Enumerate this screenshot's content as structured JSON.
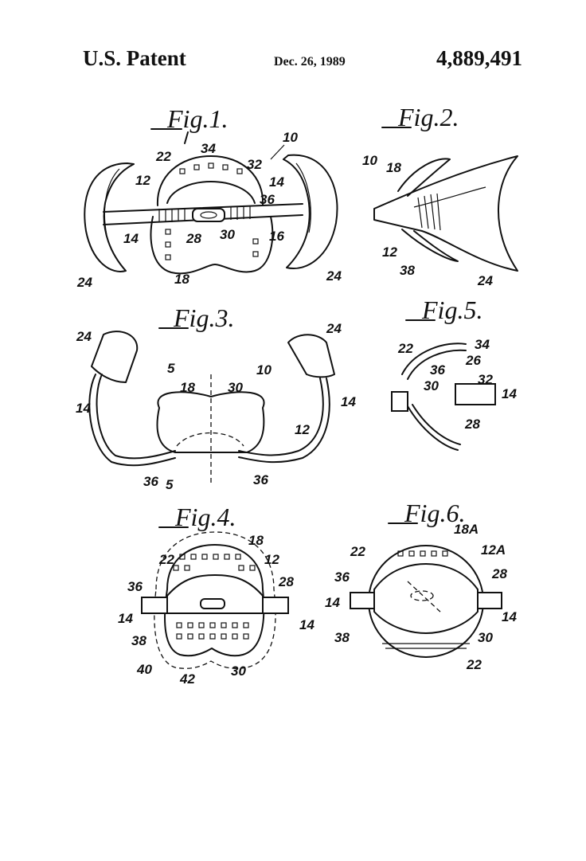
{
  "header": {
    "left": "U.S. Patent",
    "date": "Dec. 26, 1989",
    "number": "4,889,491"
  },
  "figures": {
    "fig1": "Fig.1.",
    "fig2": "Fig.2.",
    "fig3": "Fig.3.",
    "fig4": "Fig.4.",
    "fig5": "Fig.5.",
    "fig6": "Fig.6."
  },
  "refs": {
    "n10": "10",
    "n12": "12",
    "n12a": "12A",
    "n14": "14",
    "n16": "16",
    "n18": "18",
    "n18a": "18A",
    "n22": "22",
    "n24": "24",
    "n26": "26",
    "n28": "28",
    "n30": "30",
    "n32": "32",
    "n34": "34",
    "n36": "36",
    "n38": "38",
    "n40": "40",
    "n42": "42",
    "n5": "5"
  }
}
